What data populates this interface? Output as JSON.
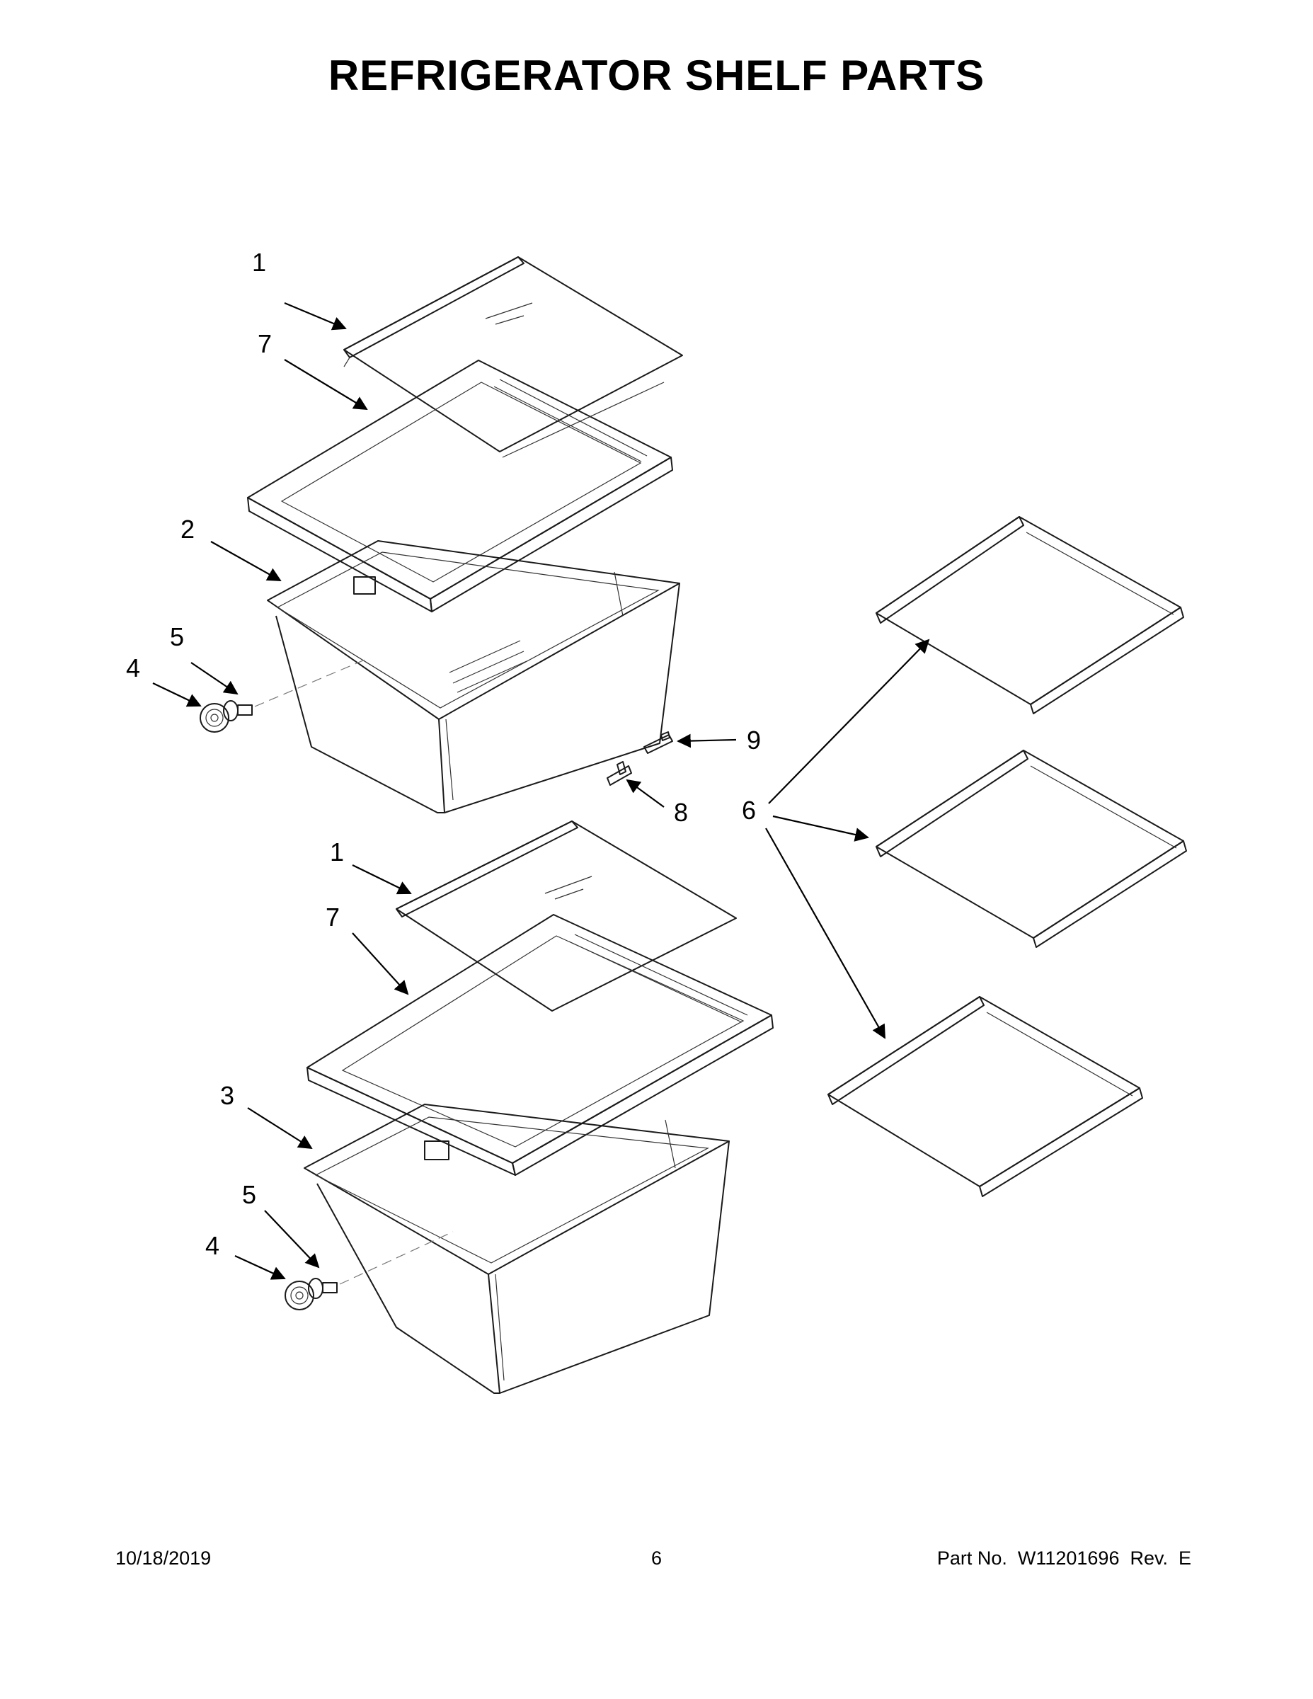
{
  "title": "REFRIGERATOR SHELF PARTS",
  "callouts": {
    "c1a": "1",
    "c7a": "7",
    "c2": "2",
    "c5a": "5",
    "c4a": "4",
    "c9": "9",
    "c8": "8",
    "c6": "6",
    "c1b": "1",
    "c7b": "7",
    "c3": "3",
    "c5b": "5",
    "c4b": "4"
  },
  "footer": {
    "date": "10/18/2019",
    "page": "6",
    "part": "Part No.  W11201696  Rev.  E"
  }
}
